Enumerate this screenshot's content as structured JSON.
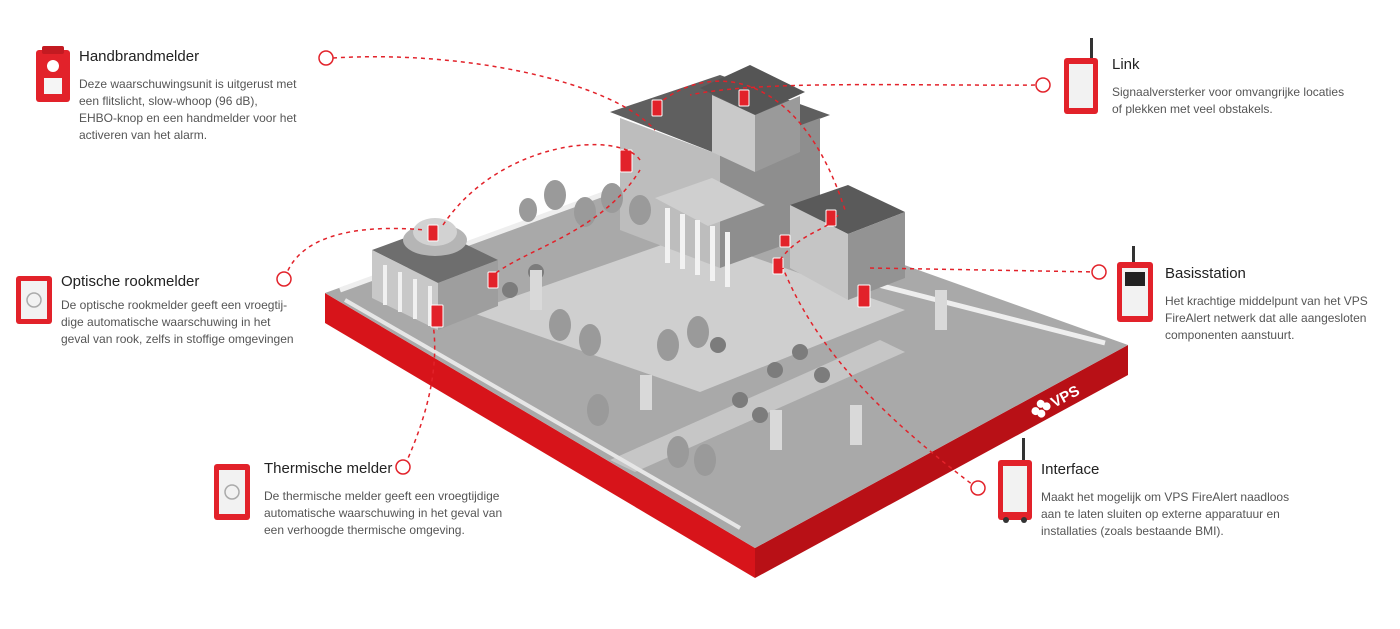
{
  "brand": {
    "logo_text": "VPS",
    "accent": "#e2222a"
  },
  "devices": [
    {
      "id": "handbrandmelder",
      "title": "Handbrandmelder",
      "icon": "manual-call-point-icon",
      "desc_lines": [
        "Deze waarschuwingsunit is uitgerust met",
        "een flitslicht, slow-whoop (96 dB),",
        "EHBO-knop en een handmelder voor het",
        "activeren van het alarm."
      ]
    },
    {
      "id": "link",
      "title": "Link",
      "icon": "signal-repeater-icon",
      "desc_lines": [
        "Signaalversterker voor omvangrijke locaties",
        "of plekken met veel obstakels."
      ]
    },
    {
      "id": "optische-rookmelder",
      "title": "Optische rookmelder",
      "icon": "smoke-detector-icon",
      "desc_lines": [
        "De optische rookmelder geeft een vroegtij-",
        "dige automatische waarschuwing in het",
        "geval van rook, zelfs in stoffige omgevingen"
      ]
    },
    {
      "id": "basisstation",
      "title": "Basisstation",
      "icon": "base-station-icon",
      "desc_lines": [
        "Het krachtige middelpunt van het VPS",
        "FireAlert netwerk dat alle aangesloten",
        "componenten aanstuurt."
      ]
    },
    {
      "id": "thermische-melder",
      "title": "Thermische melder",
      "icon": "heat-detector-icon",
      "desc_lines": [
        "De thermische melder geeft een vroegtijdige",
        "automatische waarschuwing in het geval van",
        "een verhoogde thermische omgeving."
      ]
    },
    {
      "id": "interface",
      "title": "Interface",
      "icon": "interface-unit-icon",
      "desc_lines": [
        "Maakt het mogelijk om VPS FireAlert naadloos",
        "aan te laten sluiten op externe apparatuur en",
        "installaties (zoals bestaande BMI)."
      ]
    }
  ]
}
